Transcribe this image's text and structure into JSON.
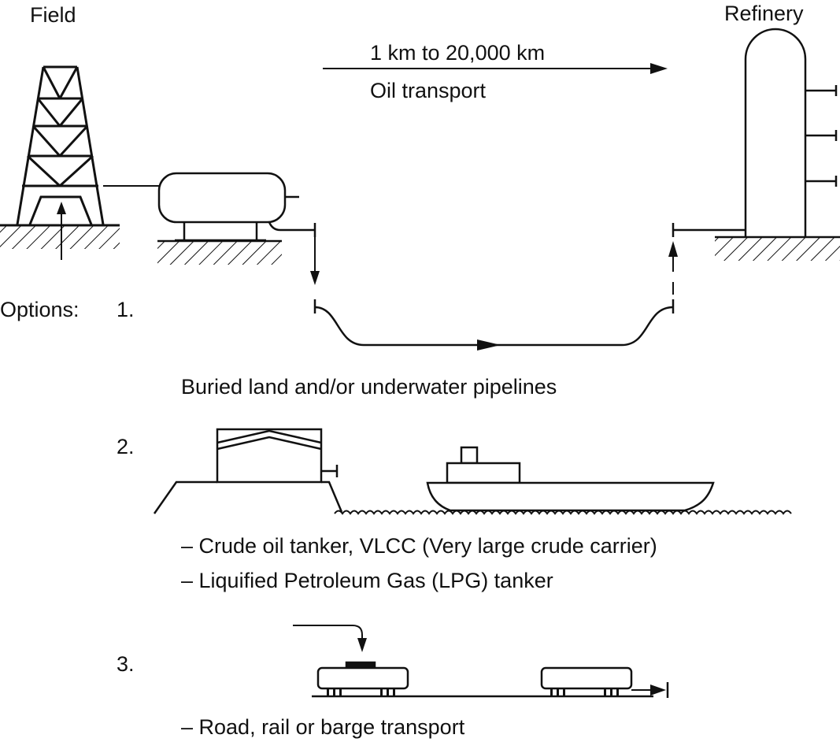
{
  "labels": {
    "field": "Field",
    "refinery": "Refinery",
    "distance": "1 km to 20,000 km",
    "oil_transport": "Oil transport",
    "options": "Options:",
    "option1_num": "1.",
    "option1_desc": "Buried land and/or underwater pipelines",
    "option2_num": "2.",
    "option2_line1": "– Crude oil tanker, VLCC (Very large crude carrier)",
    "option2_line2": "– Liquified Petroleum Gas (LPG) tanker",
    "option3_num": "3.",
    "option3_desc": "– Road, rail or barge transport"
  },
  "icons": {
    "derrick": "oil-derrick-icon",
    "storage": "storage-tank-icon",
    "refinery": "refinery-column-icon",
    "terminal": "terminal-building-icon",
    "ship": "tanker-ship-icon",
    "railcar": "rail-car-icon"
  }
}
